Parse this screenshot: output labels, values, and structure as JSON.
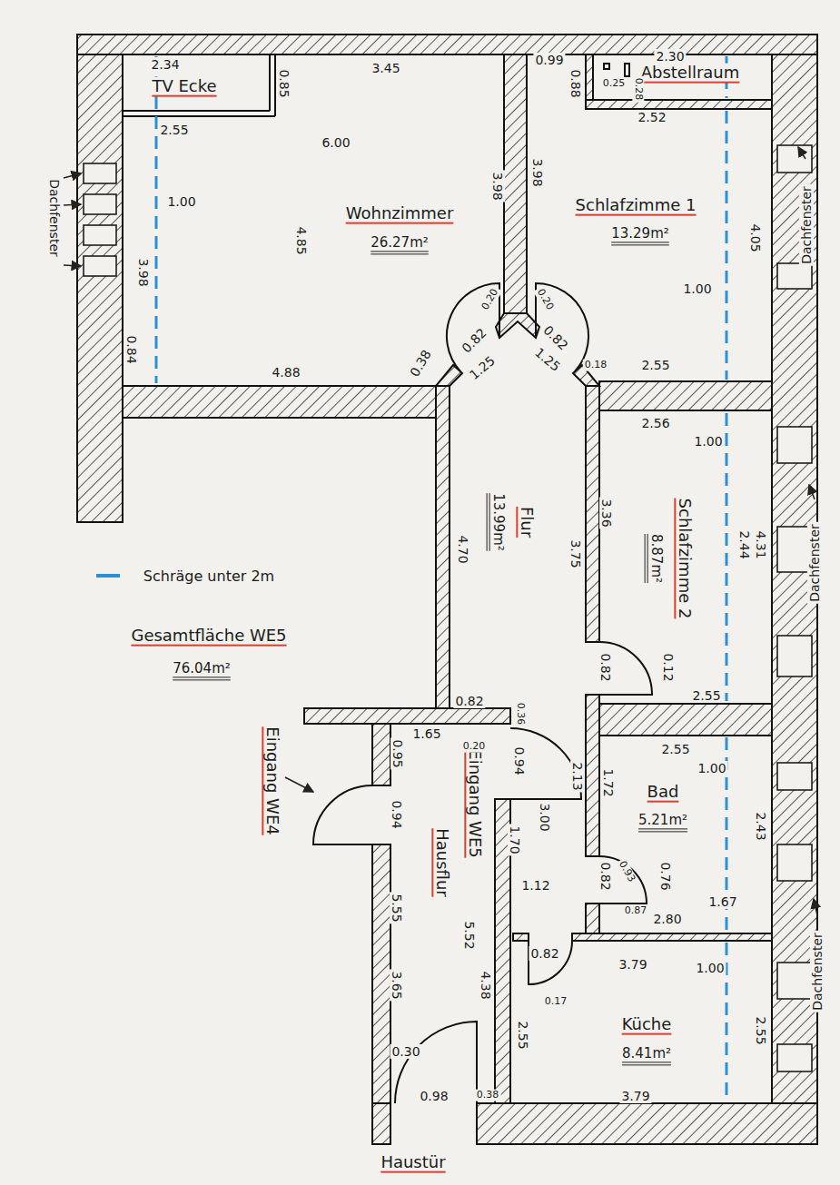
{
  "diagram": {
    "nodes": [
      {
        "text": [
          "Wohnzimmer",
          "26.27m²"
        ]
      },
      {
        "text": [
          "TV Ecke"
        ],
        "in": 0
      },
      {
        "text": [
          "Abstellraum"
        ]
      },
      {
        "text": [
          "Schlafzimme 1",
          "13.29m²"
        ]
      },
      {
        "text": [
          "Flur",
          "13.99m²"
        ]
      },
      {
        "text": [
          "Schlafzimme 2",
          "8.87m²"
        ]
      },
      {
        "text": [
          "Eingang WE5",
          "Hausflur"
        ]
      },
      {
        "text": [
          "Bad",
          "5.21m²"
        ]
      },
      {
        "text": [
          "Küche",
          "8.41m²"
        ]
      }
    ],
    "labels": [
      "2.34",
      "0.85",
      "3.45",
      "0.99",
      "0.88",
      "2.30",
      "0.25",
      "0.28",
      "2.52",
      "2.55",
      "6.00",
      "3.98",
      "3.98",
      "1.00",
      "4.85",
      "4.05",
      "3.98",
      "1.00",
      "0.20",
      "0.20",
      "0.84",
      "0.82",
      "0.82",
      "0.38",
      "1.25",
      "1.25",
      "0.18",
      "4.88",
      "2.55",
      "2.56",
      "1.00",
      "3.36",
      "4.70",
      "3.75",
      "2.44",
      "4.31",
      "Gesamtfläche WE5",
      "76.04m²",
      "0.82",
      "0.12",
      "2.55",
      "0.82",
      "0.36",
      "1.65",
      "0.20",
      "0.95",
      "Eingang WE4",
      "0.94",
      "0.94",
      "2.55",
      "1.00",
      "3.00",
      "2.13",
      "1.72",
      "1.70",
      "2.43",
      "0.82",
      "0.93",
      "0.76",
      "1.12",
      "0.87",
      "1.67",
      "5.55",
      "5.52",
      "2.80",
      "0.82",
      "3.79",
      "1.00",
      "3.65",
      "4.38",
      "0.17",
      "2.55",
      "2.55",
      "0.30",
      "0.38",
      "0.98",
      "3.79",
      "Haustür",
      "Dachfenster",
      "Dachfenster",
      "Dachfenster",
      "Dachfenster"
    ],
    "legend": [
      {
        "text": "Schräge unter 2m"
      }
    ]
  }
}
